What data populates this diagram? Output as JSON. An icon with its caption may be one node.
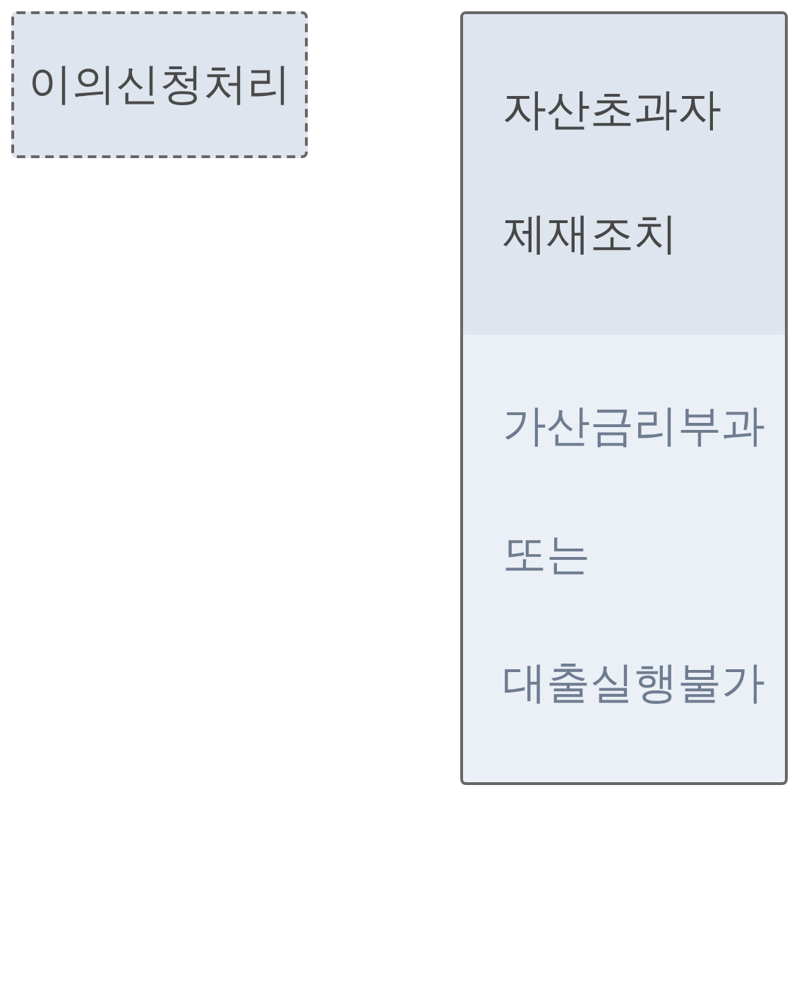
{
  "diagram": {
    "nodes": [
      {
        "text": [
          "이의신청처리"
        ]
      },
      {
        "text": [
          "자산초과자 제재조치",
          "가산금리부과 또는 대출실행불가"
        ]
      }
    ]
  }
}
